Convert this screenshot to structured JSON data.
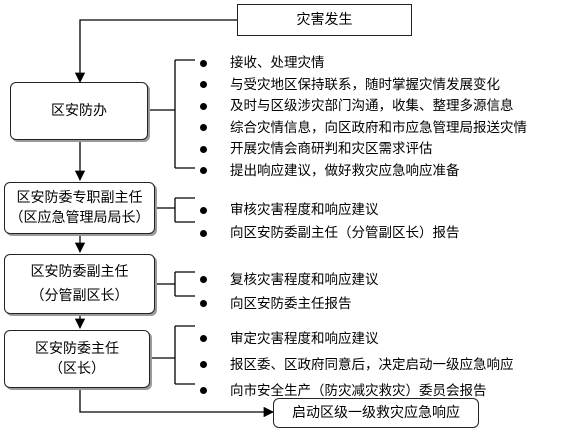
{
  "start": "灾害发生",
  "end": "启动区级一级救灾应急响应",
  "nodes": [
    {
      "lines": [
        "区安防办"
      ],
      "actions": [
        "接收、处理灾情",
        "与受灾地区保持联系，随时掌握灾情发展变化",
        "及时与区级涉灾部门沟通，收集、整理多源信息",
        "综合灾情信息，向区政府和市应急管理局报送灾情",
        "开展灾情会商研判和灾区需求评估",
        "提出响应建议，做好救灾应急响应准备"
      ]
    },
    {
      "lines": [
        "区安防委专职副主任",
        "（区应急管理局局长）"
      ],
      "actions": [
        "审核灾害程度和响应建议",
        "向区安防委副主任（分管副区长）报告"
      ]
    },
    {
      "lines": [
        "区安防委副主任",
        "（分管副区长）"
      ],
      "actions": [
        "复核灾害程度和响应建议",
        "向区安防委主任报告"
      ]
    },
    {
      "lines": [
        "区安防委主任",
        "（区长）"
      ],
      "actions": [
        "审定灾害程度和响应建议",
        "报区委、区政府同意后，决定启动一级应急响应",
        "向市安全生产（防灾减灾救灾）委员会报告"
      ]
    }
  ]
}
